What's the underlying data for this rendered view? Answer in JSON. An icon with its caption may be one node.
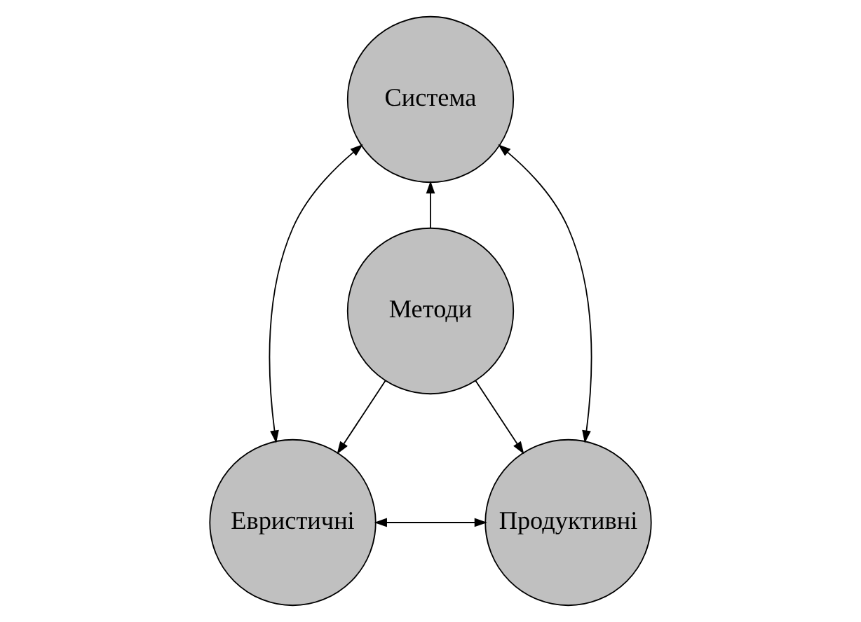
{
  "diagram": {
    "nodes": [
      {
        "text": [
          "Система"
        ]
      },
      {
        "text": [
          "Методи"
        ]
      },
      {
        "text": [
          "Евристичні"
        ]
      },
      {
        "text": [
          "Продуктивні"
        ]
      }
    ],
    "edges": [
      {
        "from": 0,
        "to": 2,
        "arrow": "both"
      },
      {
        "from": 0,
        "to": 3,
        "arrow": "both"
      },
      {
        "from": 1,
        "to": 0,
        "arrow": "to"
      },
      {
        "from": 1,
        "to": 2,
        "arrow": "to"
      },
      {
        "from": 1,
        "to": 3,
        "arrow": "to"
      },
      {
        "from": 2,
        "to": 3,
        "arrow": "both"
      }
    ]
  }
}
